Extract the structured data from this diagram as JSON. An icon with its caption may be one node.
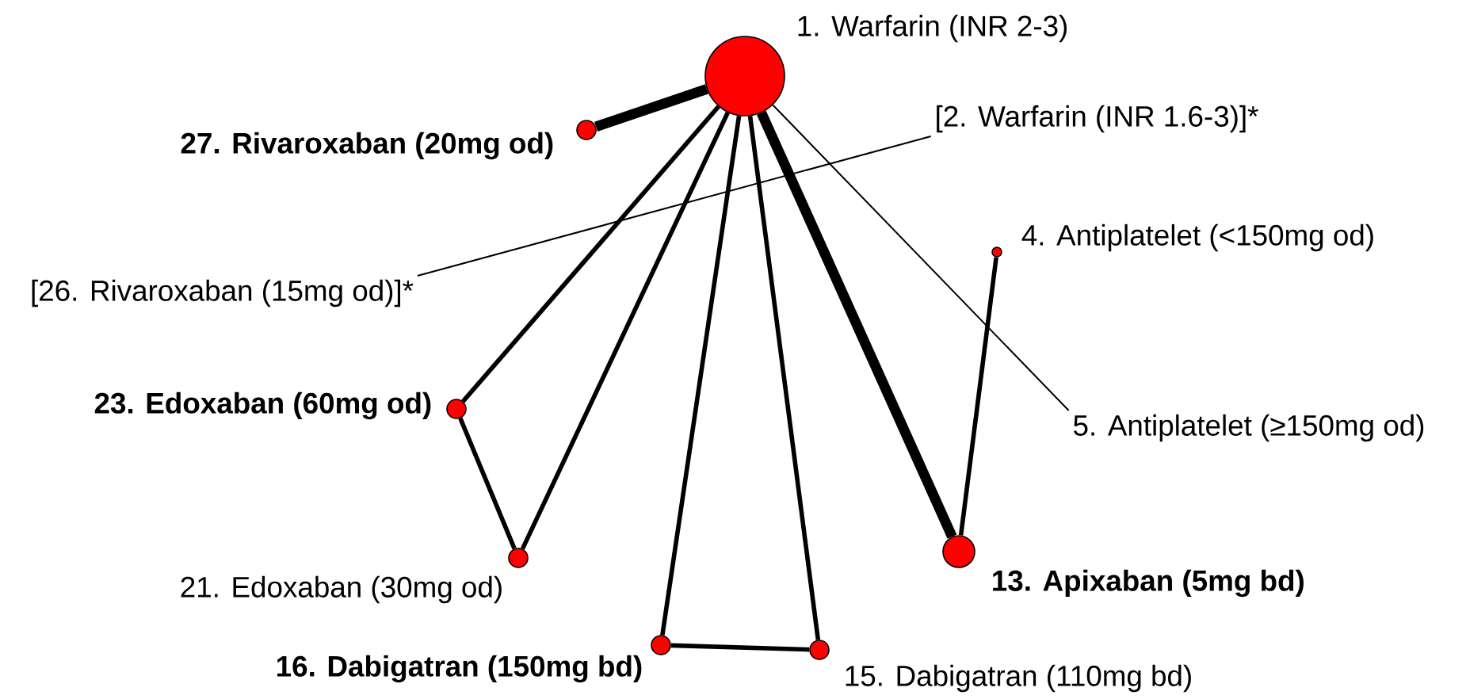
{
  "diagram": {
    "nodes": [
      {
        "text": [],
        "shape": "circle",
        "beside": [
          "1. Warfarin (INR 2-3)"
        ]
      },
      {
        "text": [
          "[2. Warfarin (INR 1.6-3)]*"
        ]
      },
      {
        "text": [],
        "shape": "circle",
        "beside": [
          "27. Rivaroxaban (20mg od)"
        ]
      },
      {
        "text": [],
        "shape": "circle",
        "beside": [
          "4. Antiplatelet (<150mg od)"
        ]
      },
      {
        "text": [
          "[26. Rivaroxaban (15mg od)]*"
        ]
      },
      {
        "text": [],
        "shape": "circle",
        "beside": [
          "23. Edoxaban (60mg od)"
        ]
      },
      {
        "text": [
          "5. Antiplatelet (≥150mg od)"
        ]
      },
      {
        "text": [],
        "shape": "circle",
        "beside": [
          "13. Apixaban (5mg bd)"
        ]
      },
      {
        "text": [],
        "shape": "circle",
        "beside": [
          "21. Edoxaban (30mg od)"
        ]
      },
      {
        "text": [],
        "shape": "circle",
        "beside": [
          "16. Dabigatran (150mg bd)"
        ]
      },
      {
        "text": [],
        "shape": "circle",
        "beside": [
          "15. Dabigatran (110mg bd)"
        ]
      }
    ],
    "edges": [
      {
        "from": 0,
        "to": 2,
        "arrow": "none",
        "style": "thick"
      },
      {
        "from": 0,
        "to": 5,
        "arrow": "none"
      },
      {
        "from": 0,
        "to": 8,
        "arrow": "none"
      },
      {
        "from": 0,
        "to": 9,
        "arrow": "none"
      },
      {
        "from": 0,
        "to": 10,
        "arrow": "none"
      },
      {
        "from": 0,
        "to": 7,
        "arrow": "none",
        "style": "thick"
      },
      {
        "from": 0,
        "to": 6,
        "arrow": "none"
      },
      {
        "from": 3,
        "to": 7,
        "arrow": "none"
      },
      {
        "from": 5,
        "to": 8,
        "arrow": "none"
      },
      {
        "from": 9,
        "to": 10,
        "arrow": "none"
      },
      {
        "from": 4,
        "to": 1,
        "arrow": "none"
      }
    ]
  }
}
